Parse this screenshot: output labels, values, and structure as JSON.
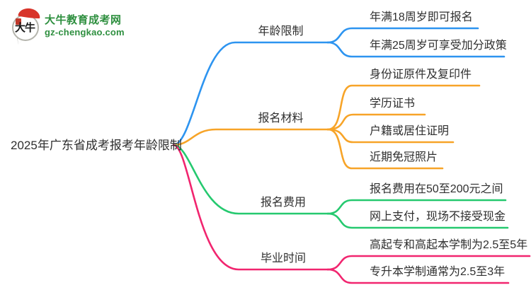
{
  "meta": {
    "site_name": "大牛教育成考网",
    "site_url": "gz-chengkao.com",
    "logo_mark": "大牛"
  },
  "colors": {
    "blue": "#2D94F0",
    "orange": "#F7A428",
    "green": "#25C96F",
    "pink": "#F1256F",
    "logo_green": "#2E8F3F",
    "text": "#2F2F2F"
  },
  "mindmap": {
    "root": "2025年广东省成考报考年龄限制",
    "branches": [
      {
        "label": "年龄限制",
        "color": "blue",
        "children": [
          "年满18周岁即可报名",
          "年满25周岁可享受加分政策"
        ]
      },
      {
        "label": "报名材料",
        "color": "orange",
        "children": [
          "身份证原件及复印件",
          "学历证书",
          "户籍或居住证明",
          "近期免冠照片"
        ]
      },
      {
        "label": "报名费用",
        "color": "green",
        "children": [
          "报名费用在50至200元之间",
          "网上支付，现场不接受现金"
        ]
      },
      {
        "label": "毕业时间",
        "color": "pink",
        "children": [
          "高起专和高起本学制为2.5至5年",
          "专升本学制通常为2.5至3年"
        ]
      }
    ]
  }
}
